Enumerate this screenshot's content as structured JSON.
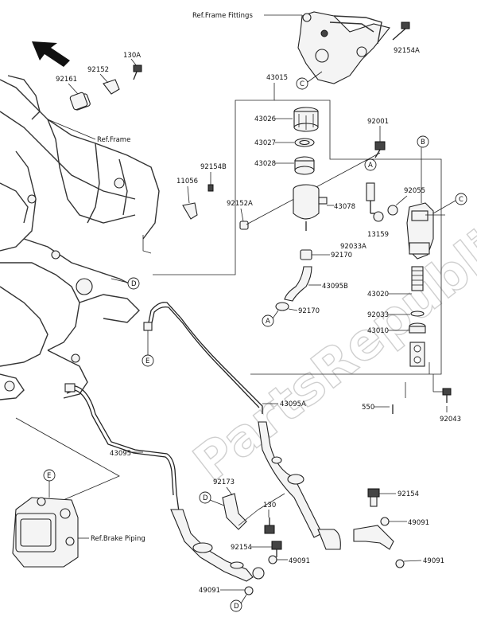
{
  "watermark": "PartsRepublik",
  "references": {
    "frame_fittings": "Ref.Frame Fittings",
    "frame": "Ref.Frame",
    "brake_piping": "Ref.Brake Piping"
  },
  "callouts": {
    "A": "A",
    "B": "B",
    "C": "C",
    "D": "D",
    "E": "E"
  },
  "parts": {
    "p130A": "130A",
    "p92152": "92152",
    "p92161": "92161",
    "p43015": "43015",
    "p43026": "43026",
    "p43027": "43027",
    "p43028": "43028",
    "p92001": "92001",
    "p92154A": "92154A",
    "p92154B": "92154B",
    "p11056": "11056",
    "p92152A": "92152A",
    "p43078": "43078",
    "p92055": "92055",
    "p13159": "13159",
    "p92033A": "92033A",
    "p92170a": "92170",
    "p43095B": "43095B",
    "p92170b": "92170",
    "p43020": "43020",
    "p92033": "92033",
    "p43010": "43010",
    "p550": "550",
    "p92043": "92043",
    "p43095A": "43095A",
    "p43095": "43095",
    "p92173": "92173",
    "p130": "130",
    "p92154a": "92154",
    "p92154b": "92154",
    "p49091a": "49091",
    "p49091b": "49091",
    "p49091c": "49091",
    "p49091d": "49091"
  }
}
